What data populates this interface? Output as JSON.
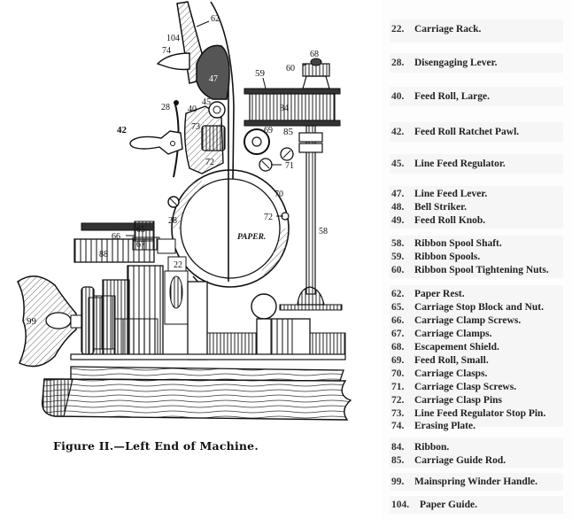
{
  "figure": {
    "caption": "Figure II.—Left End of Machine.",
    "callouts": {
      "c62": "62",
      "c104": "104",
      "c74": "74",
      "c47": "47",
      "c28a": "28",
      "c40": "40",
      "c45": "45",
      "c42": "42",
      "c73": "73",
      "c72a": "72",
      "c59": "59",
      "c60": "60",
      "c68": "68",
      "c84": "84",
      "c69": "69",
      "c85": "85",
      "c71": "71",
      "c70": "70",
      "c72b": "72",
      "c58": "58",
      "c28b": "28",
      "c65": "65",
      "c66": "66",
      "c67": "67",
      "c88": "88",
      "c22": "22",
      "c99": "99",
      "paper": "PAPER."
    }
  },
  "legend": {
    "items": [
      {
        "num": "22.",
        "label": "Carriage Rack."
      },
      {
        "num": "28.",
        "label": "Disengaging Lever."
      },
      {
        "num": "40.",
        "label": "Feed Roll, Large."
      },
      {
        "num": "42.",
        "label": "Feed Roll Ratchet Pawl."
      },
      {
        "num": "45.",
        "label": "Line Feed Regulator."
      },
      {
        "num": "47.",
        "label": "Line Feed Lever."
      },
      {
        "num": "48.",
        "label": "Bell Striker."
      },
      {
        "num": "49.",
        "label": "Feed Roll Knob."
      },
      {
        "num": "58.",
        "label": "Ribbon Spool Shaft."
      },
      {
        "num": "59.",
        "label": "Ribbon Spools."
      },
      {
        "num": "60.",
        "label": "Ribbon Spool Tightening Nuts."
      },
      {
        "num": "62.",
        "label": "Paper Rest."
      },
      {
        "num": "65.",
        "label": "Carriage Stop Block and Nut."
      },
      {
        "num": "66.",
        "label": "Carriage Clamp Screws."
      },
      {
        "num": "67.",
        "label": "Carriage Clamps."
      },
      {
        "num": "68.",
        "label": "Escapement Shield."
      },
      {
        "num": "69.",
        "label": "Feed Roll, Small."
      },
      {
        "num": "70.",
        "label": "Carriage Clasps."
      },
      {
        "num": "71.",
        "label": "Carriage Clasp Screws."
      },
      {
        "num": "72.",
        "label": "Carriage Clasp Pins"
      },
      {
        "num": "73.",
        "label": "Line Feed Regulator Stop Pin."
      },
      {
        "num": "74.",
        "label": "Erasing Plate."
      },
      {
        "num": "84.",
        "label": "Ribbon."
      },
      {
        "num": "85.",
        "label": "Carriage Guide Rod."
      },
      {
        "num": "99.",
        "label": "Mainspring Winder Handle."
      },
      {
        "num": "104.",
        "label": "Paper Guide."
      }
    ]
  }
}
